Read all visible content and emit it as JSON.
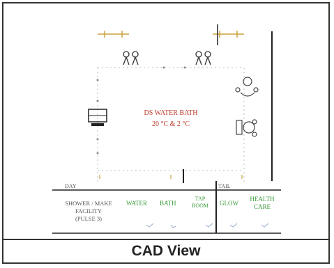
{
  "caption": "CAD View",
  "drawing": {
    "center_note_line1": "DS WATER BATH",
    "center_note_line2": "20 °C & 2 °C",
    "left_marker": "DAY",
    "right_marker": "TAIL",
    "zones": [
      {
        "label_line1": "SHOWER / MAKE",
        "label_line2": "FACILITY",
        "label_line3": "(PULSE 3)",
        "color": "#555555"
      },
      {
        "label_line1": "WATER",
        "label_line2": "",
        "label_line3": "",
        "color": "#3a9a3a"
      },
      {
        "label_line1": "BATH",
        "label_line2": "",
        "label_line3": "",
        "color": "#3a9a3a"
      },
      {
        "label_line1": "TAP",
        "label_line2": "ROOM",
        "label_line3": "",
        "color": "#3a9a3a"
      },
      {
        "label_line1": "GLOW",
        "label_line2": "",
        "label_line3": "",
        "color": "#3a9a3a"
      },
      {
        "label_line1": "HEALTH",
        "label_line2": "CARE",
        "label_line3": "",
        "color": "#3a9a3a"
      }
    ],
    "colors": {
      "frame": "#333333",
      "red_note": "#c0392b",
      "gold_lines": "#c8a23a",
      "green_text": "#3a9a3a"
    }
  }
}
